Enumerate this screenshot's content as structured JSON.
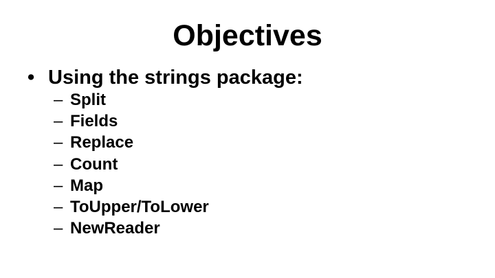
{
  "slide": {
    "title": "Objectives",
    "bullet": {
      "marker": "•",
      "text": "Using the strings package:"
    },
    "sub_marker": "–",
    "sub_items": [
      "Split",
      "Fields",
      "Replace",
      "Count",
      "Map",
      "ToUpper/ToLower",
      "NewReader"
    ]
  }
}
